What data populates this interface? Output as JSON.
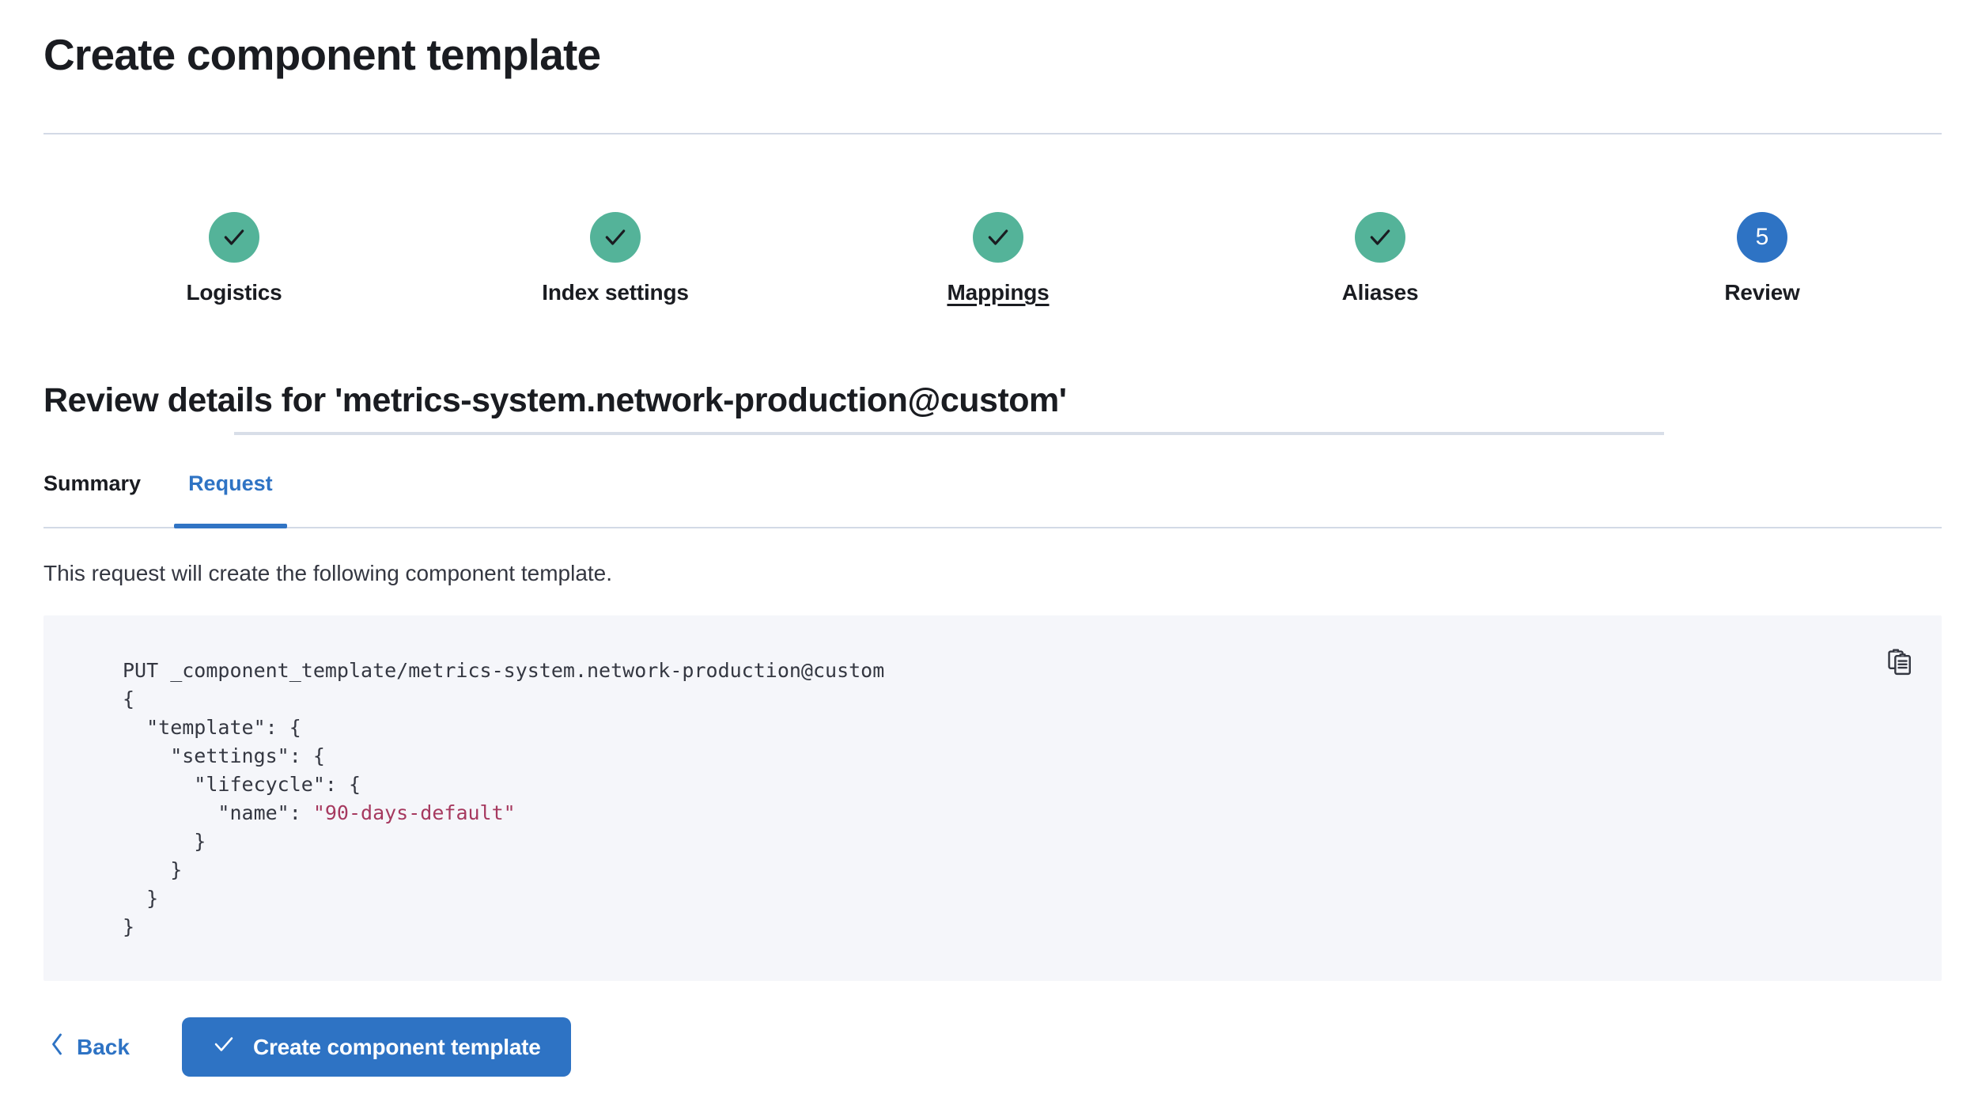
{
  "header": {
    "title": "Create component template"
  },
  "stepper": {
    "steps": [
      {
        "label": "Logistics",
        "state": "done",
        "icon": "check-icon",
        "number": "1",
        "linked": false
      },
      {
        "label": "Index settings",
        "state": "done",
        "icon": "check-icon",
        "number": "2",
        "linked": false
      },
      {
        "label": "Mappings",
        "state": "done",
        "icon": "check-icon",
        "number": "3",
        "linked": true
      },
      {
        "label": "Aliases",
        "state": "done",
        "icon": "check-icon",
        "number": "4",
        "linked": false
      },
      {
        "label": "Review",
        "state": "current",
        "icon": "number",
        "number": "5",
        "linked": false
      }
    ],
    "colors": {
      "done": "#54b399",
      "current": "#2e73c4",
      "connector": "#d8dee8"
    }
  },
  "main": {
    "review_heading": "Review details for 'metrics-system.network-production@custom'",
    "tabs": [
      {
        "label": "Summary",
        "active": false
      },
      {
        "label": "Request",
        "active": true
      }
    ],
    "description": "This request will create the following component template.",
    "code": {
      "copy_icon": "copy-icon",
      "lines": [
        "PUT _component_template/metrics-system.network-production@custom",
        "{",
        "  \"template\": {",
        "    \"settings\": {",
        "      \"lifecycle\": {",
        "        \"name\": ",
        "      }",
        "    }",
        "  }",
        "}"
      ],
      "lifecycle_name_value": "\"90-days-default\"",
      "string_color": "#a6395f"
    }
  },
  "footer": {
    "back_label": "Back",
    "back_icon": "chevron-left-icon",
    "submit_label": "Create component template",
    "submit_icon": "check-icon",
    "accent_color": "#2e73c4"
  }
}
